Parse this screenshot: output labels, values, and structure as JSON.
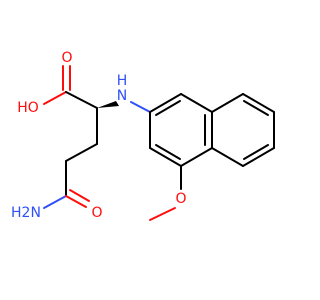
{
  "molecule": {
    "atom_labels": {
      "carbonyl_o_acid": "O",
      "hydroxyl": "HO",
      "amine_nh": "N",
      "amine_h": "H",
      "amide_nh2": "H2N",
      "amide_o": "O",
      "methoxy_o": "O"
    }
  },
  "colors": {
    "bond": "#000000",
    "oxygen": "#ff0d0d",
    "nitrogen": "#3050f8",
    "background": "#ffffff"
  }
}
